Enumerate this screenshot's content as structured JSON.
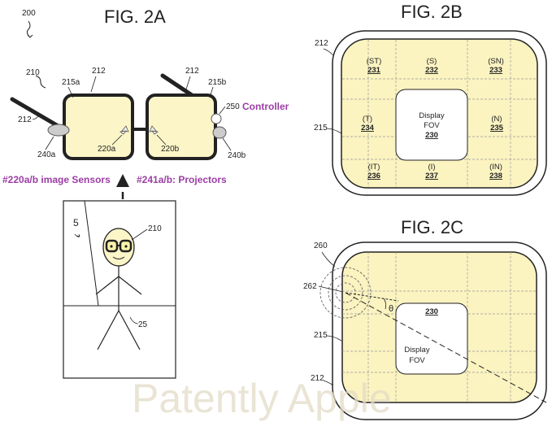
{
  "fig2a": {
    "title": "FIG. 2A",
    "ref_200": "200",
    "ref_210": "210",
    "ref_212_left_top": "212",
    "ref_212_right_top": "212",
    "ref_212_temple": "212",
    "ref_215a": "215a",
    "ref_215b": "215b",
    "ref_220a": "220a",
    "ref_220b": "220b",
    "ref_240a": "240a",
    "ref_240b": "240b",
    "ref_250": "250",
    "controller_label": "Controller",
    "sensors_label": "#220a/b image Sensors",
    "projectors_label": "#241a/b: Projectors",
    "ref_5": "5",
    "ref_210_person": "210",
    "ref_25": "25"
  },
  "fig2b": {
    "title": "FIG. 2B",
    "ref_212": "212",
    "ref_215": "215",
    "display_line1": "Display",
    "display_line2": "FOV",
    "display_ref": "230",
    "regions": [
      {
        "label": "(ST)",
        "ref": "231"
      },
      {
        "label": "(S)",
        "ref": "232"
      },
      {
        "label": "(SN)",
        "ref": "233"
      },
      {
        "label": "(T)",
        "ref": "234"
      },
      {
        "label": "(N)",
        "ref": "235"
      },
      {
        "label": "(IT)",
        "ref": "236"
      },
      {
        "label": "(I)",
        "ref": "237"
      },
      {
        "label": "(IN)",
        "ref": "238"
      }
    ]
  },
  "fig2c": {
    "title": "FIG. 2C",
    "ref_260": "260",
    "ref_262": "262",
    "theta": "θ",
    "display_ref": "230",
    "display_line1": "Display",
    "display_line2": "FOV",
    "ref_215": "215",
    "ref_212": "212"
  },
  "watermark": "Patently Apple",
  "colors": {
    "lens_fill": "#fbf5c8",
    "grid_fill": "#fbf3c0",
    "text_purple": "#9b3ea5",
    "line": "#222222"
  }
}
